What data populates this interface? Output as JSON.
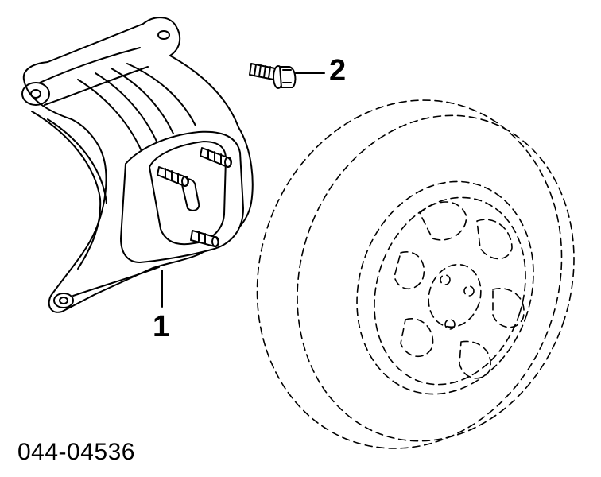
{
  "callouts": [
    {
      "id": "1",
      "part": "spare-tire-carrier-bracket"
    },
    {
      "id": "2",
      "part": "flange-bolt"
    }
  ],
  "drawing_code": "044-04536",
  "colors": {
    "line": "#000000",
    "background": "#ffffff"
  }
}
